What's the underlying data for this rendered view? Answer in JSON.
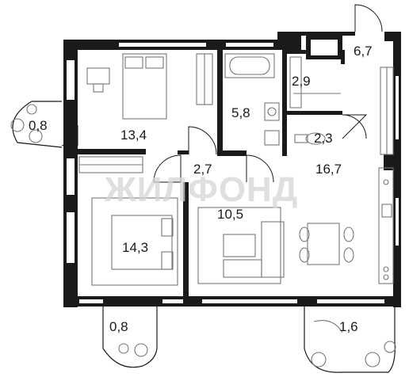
{
  "watermark": "ЖИЛФОНД",
  "rooms": [
    {
      "id": "entry-closet",
      "area": "6,7"
    },
    {
      "id": "storage",
      "area": "2,9"
    },
    {
      "id": "bathroom",
      "area": "5,8"
    },
    {
      "id": "wc",
      "area": "2,3"
    },
    {
      "id": "bedroom-1",
      "area": "13,4"
    },
    {
      "id": "hall",
      "area": "2,7"
    },
    {
      "id": "kitchen-living",
      "area": "16,7"
    },
    {
      "id": "living",
      "area": "10,5"
    },
    {
      "id": "bedroom-2",
      "area": "14,3"
    }
  ],
  "balconies": [
    {
      "id": "balcony-left",
      "area": "0,8"
    },
    {
      "id": "balcony-bottom-left",
      "area": "0,8"
    },
    {
      "id": "balcony-bottom-right",
      "area": "1,6"
    }
  ]
}
